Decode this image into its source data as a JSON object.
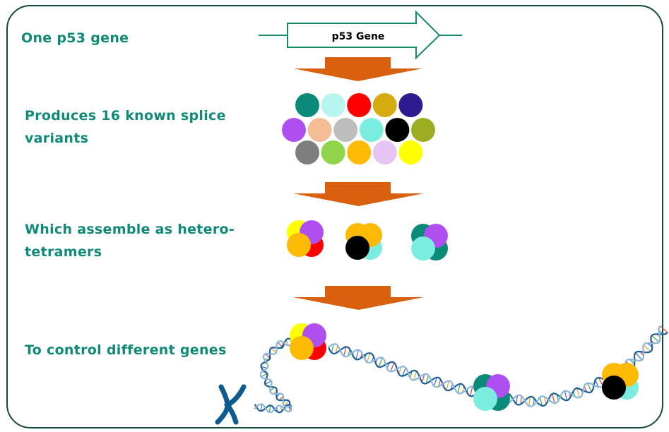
{
  "steps": [
    {
      "label": "One p53 gene"
    },
    {
      "label": "Produces 16 known splice\nvariants"
    },
    {
      "label": "Which assemble as hetero-\ntetramers"
    },
    {
      "label": "To control different genes"
    }
  ],
  "gene_box": {
    "label": "p53 Gene"
  },
  "colors": {
    "text": "#0f8a78",
    "frame": "#124a3e",
    "arrow": "#d9600f",
    "gene_box_stroke": "#148a6d",
    "dna_strand": "#1f5f99",
    "chromosome": "#0d5a8f"
  },
  "splice_variants": [
    [
      "#0a8a78",
      "#b8f5ee",
      "#ff0000",
      "#d4ac12",
      "#2e1b8f"
    ],
    [
      "#b04ff0",
      "#f5bd96",
      "#bdbdbd",
      "#7aede0",
      "#000000",
      "#9cad22"
    ],
    [
      "#7d7d7d",
      "#8fd44a",
      "#fcba05",
      "#e6c5f5",
      "#ffff00"
    ]
  ],
  "tetramers": [
    [
      "#ffff00",
      "#b04ff0",
      "#fcba05",
      "#ff0000"
    ],
    [
      "#fcba05",
      "#fcba05",
      "#000000",
      "#7aede0"
    ],
    [
      "#0a8a78",
      "#b04ff0",
      "#7aede0",
      "#0a8a78"
    ]
  ]
}
